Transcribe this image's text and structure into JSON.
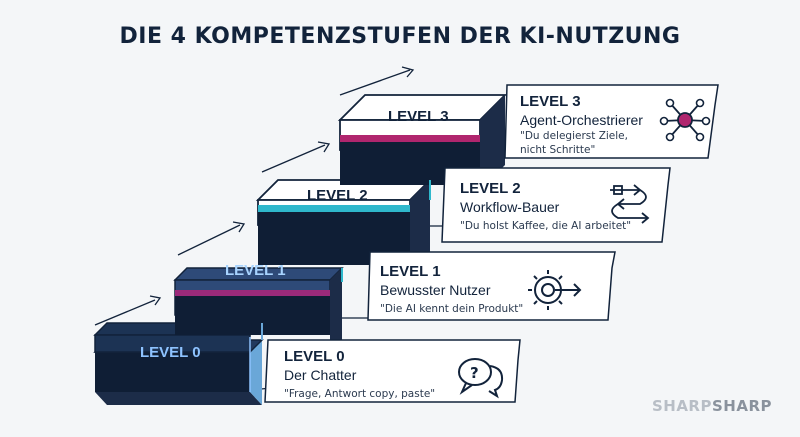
{
  "title": "DIE 4 KOMPETENZSTUFEN DER KI-NUTZUNG",
  "brand": {
    "part1": "SHARP",
    "part2": "SHARP"
  },
  "steps": [
    {
      "label": "LEVEL 0",
      "fill": "#1c3354",
      "text_color": "#8ec3ff"
    },
    {
      "label": "LEVEL 1",
      "fill": "#2e4a78",
      "text_color": "#a8d4ff"
    },
    {
      "label": "LEVEL 2",
      "fill": "#ffffff",
      "text_color": "#12233b"
    },
    {
      "label": "LEVEL 3",
      "fill": "#ffffff",
      "text_color": "#12233b"
    }
  ],
  "cards": [
    {
      "level": "LEVEL 0",
      "role": "Der Chatter",
      "quote": "\"Frage, Antwort copy, paste\"",
      "icon": "chat-bubbles-icon",
      "accent": "#4fb3e8"
    },
    {
      "level": "LEVEL 1",
      "role": "Bewusster Nutzer",
      "quote": "\"Die AI kennt dein Produkt\"",
      "icon": "gear-arrow-icon",
      "accent": "#9b2a7a"
    },
    {
      "level": "LEVEL 2",
      "role": "Workflow-Bauer",
      "quote": "\"Du holst Kaffee, die AI arbeitet\"",
      "icon": "workflow-arrows-icon",
      "accent": "#2fb8cc"
    },
    {
      "level": "LEVEL 3",
      "role": "Agent-Orchestrierer",
      "quote_line1": "\"Du delegierst Ziele,",
      "quote_line2": "nicht Schritte\"",
      "icon": "network-hub-icon",
      "accent": "#b0266e"
    }
  ],
  "colors": {
    "navy": "#12233b",
    "cyan": "#2fb8cc",
    "magenta": "#b0266e",
    "light_blue": "#4fb3e8"
  }
}
